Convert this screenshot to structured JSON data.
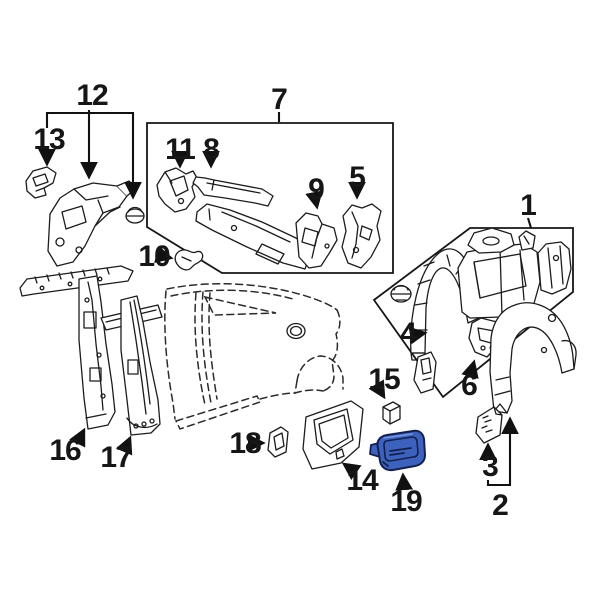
{
  "diagram": {
    "type": "exploded-parts-diagram",
    "description": "Automotive rear body, quarter panel and pillar components exploded view",
    "background_color": "#ffffff",
    "line_color": "#1c1c1c",
    "highlighted_part": "19",
    "highlight_fill": "#3d62bd",
    "highlight_stroke": "#13204f",
    "parts": {
      "p1": {
        "label": "1"
      },
      "p2": {
        "label": "2"
      },
      "p3": {
        "label": "3"
      },
      "p4": {
        "label": "4"
      },
      "p5": {
        "label": "5"
      },
      "p6": {
        "label": "6"
      },
      "p7": {
        "label": "7"
      },
      "p8": {
        "label": "8"
      },
      "p9": {
        "label": "9"
      },
      "p10": {
        "label": "10"
      },
      "p11": {
        "label": "11"
      },
      "p12": {
        "label": "12"
      },
      "p13": {
        "label": "13"
      },
      "p14": {
        "label": "14"
      },
      "p15": {
        "label": "15"
      },
      "p16": {
        "label": "16"
      },
      "p17": {
        "label": "17"
      },
      "p18": {
        "label": "18"
      },
      "p19": {
        "label": "19"
      }
    }
  }
}
